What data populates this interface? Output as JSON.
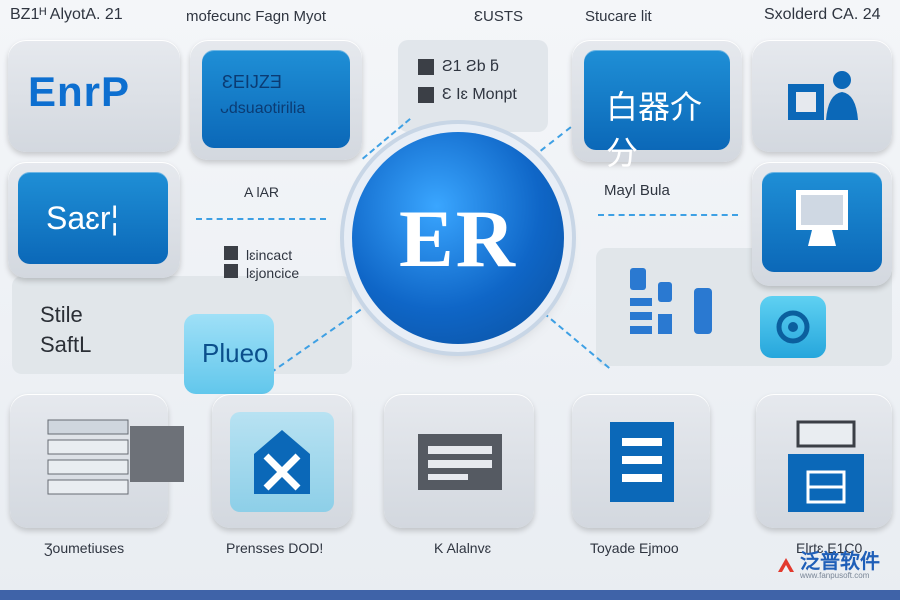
{
  "header": {
    "left": "BZ1ᴴ AlyotA. 21",
    "center_left": "mofecunc Fagn Myot",
    "center": "ƐUSTS",
    "center_right": "Stucare lit",
    "right": "Sxolderd CA. 24"
  },
  "tiles": {
    "top_left": {
      "text": "EnrP"
    },
    "top_mid": {
      "line1": "ƐEIJZƎ",
      "line2": "ᴗdsuaotirilia"
    },
    "top_list": {
      "line1": "Ƨ1 Ƨb ƃ",
      "line2": "Ɛ Iɛ Monpt"
    },
    "top_right": {
      "text": "白器介分"
    },
    "left_mid": {
      "text": "Saɛr¦"
    },
    "left_bottom": {
      "line1": "Stile",
      "line2": "SaftL"
    },
    "plue": {
      "text": "Plueo"
    }
  },
  "labels": {
    "alar": "A lAR",
    "mayl_bula": "Mayl Bula",
    "indicator": "lɛincact lɛjoncice",
    "b1": "Ʒoumetiuses",
    "b2": "Prensses DOD!",
    "b3": "K Alalnvɛ",
    "b4": "Toyade Ejmoo",
    "b5": "Elrtɛ E1C0"
  },
  "hub": {
    "text": "ER"
  },
  "brand": {
    "text": "泛普软件",
    "url": "www.fanpusoft.com"
  },
  "colors": {
    "accent": "#0b68b8",
    "light_accent": "#1f8fd6",
    "cyan": "#41bde8",
    "bar": "#3f63a8"
  }
}
